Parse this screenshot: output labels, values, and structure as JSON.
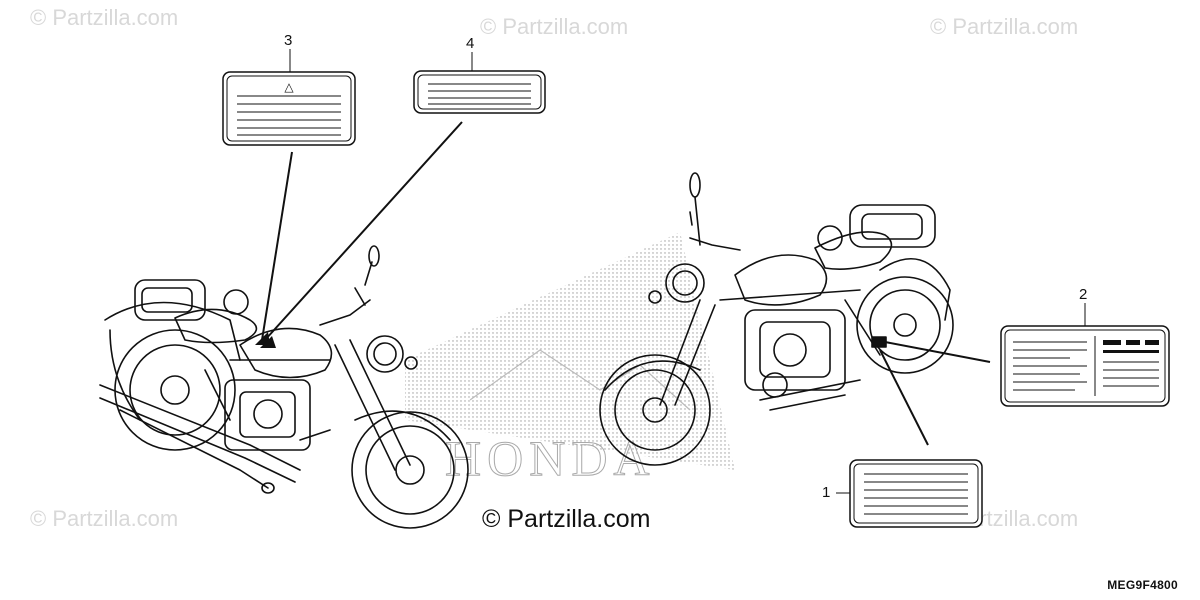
{
  "watermarks": [
    "© Partzilla.com",
    "© Partzilla.com",
    "© Partzilla.com",
    "© Partzilla.com",
    "© Partzilla.com"
  ],
  "copyright": "© Partzilla.com",
  "diagram_code": "MEG9F4800",
  "background_logo": "HONDA",
  "callouts": {
    "c1": "1",
    "c2": "2",
    "c3": "3",
    "c4": "4"
  },
  "warning_symbol": "△",
  "colors": {
    "line": "#111111",
    "watermark": "#d8d8d8",
    "stipple": "#9a9a9a"
  },
  "icons": [
    "warning-triangle-icon",
    "label-sticker",
    "motorcycle-outline"
  ]
}
